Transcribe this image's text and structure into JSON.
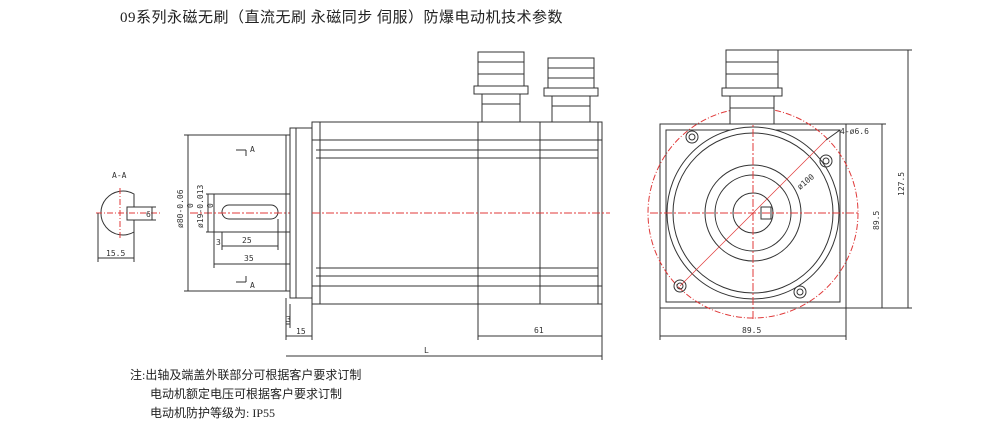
{
  "title": "09系列永磁无刷（直流无刷 永磁同步 伺服）防爆电动机技术参数",
  "notes": [
    "注:出轴及端盖外联部分可根据客户要求订制",
    "电动机额定电压可根据客户要求订制",
    "电动机防护等级为: IP55"
  ],
  "dimensions": {
    "section_label": "A-A",
    "key_width": "6",
    "shaft_depth": "15.5",
    "flange_pilot": "ø80-0.06",
    "flange_pilot_zero": "0",
    "shaft_dia": "ø19-0.013",
    "shaft_dia_zero": "0",
    "key_len": "25",
    "shaft_len": "35",
    "shoulder": "3",
    "flange_gap": "3",
    "flange_thk": "15",
    "body_len": "L",
    "gland_pos": "61",
    "hole_dia": "4-ø6.6",
    "pcd": "ø100",
    "height": "127.5",
    "square_v": "89.5",
    "square_h": "89.5",
    "section_a": "A"
  },
  "colors": {
    "red": "#e03a3a",
    "line": "#333333"
  }
}
